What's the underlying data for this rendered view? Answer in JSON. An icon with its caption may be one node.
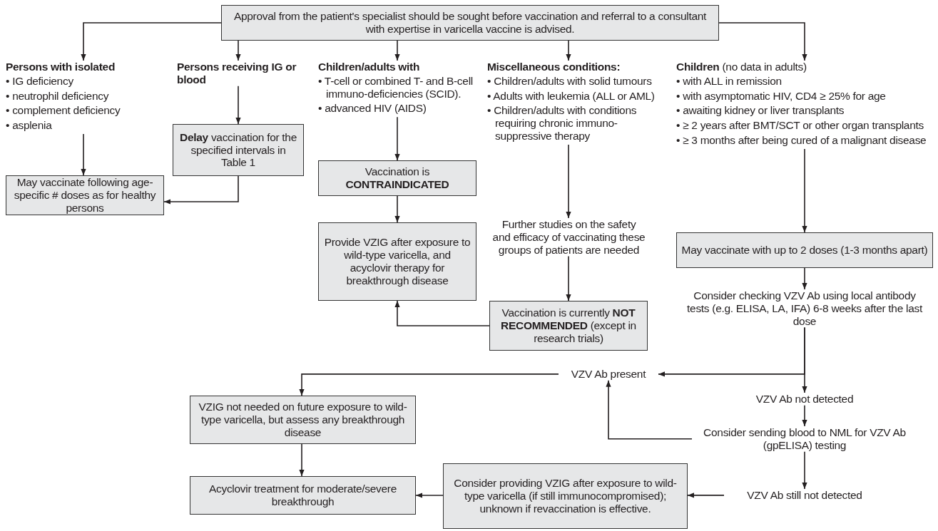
{
  "diagram": {
    "nodes": [
      {
        "text": [
          "Approval from the patient's specialist should be sought before vaccination and referral to a consultant with expertise in varicella vaccine is advised."
        ]
      },
      {
        "text": [
          "Persons with isolated",
          "• IG deficiency",
          "• neutrophil deficiency",
          "• complement deficiency",
          "• asplenia"
        ]
      },
      {
        "text": [
          "Persons receiving IG or blood"
        ]
      },
      {
        "text": [
          "Children/adults with",
          "• T-cell or combined T- and B-cell immuno-deficiencies (SCID).",
          "• advanced HIV (AIDS)"
        ]
      },
      {
        "text": [
          "Miscellaneous conditions:",
          "• Children/adults with solid tumours",
          "• Adults with leukemia (ALL or AML)",
          "• Children/adults with conditions requiring chronic immuno-suppressive therapy"
        ]
      },
      {
        "text": [
          "**Children** (no data in adults)",
          "• with ALL in remission",
          "• with asymptomatic HIV, CD4 ≥ 25% for age",
          "• awaiting kidney or liver transplants",
          "• ≥ 2 years after BMT/SCT or other organ transplants",
          "• ≥ 3 months after being cured of a malignant disease"
        ]
      },
      {
        "text": [
          "May vaccinate following age-specific # doses as for healthy persons"
        ]
      },
      {
        "text": [
          "**Delay** vaccination for the specified intervals in Table 1"
        ]
      },
      {
        "text": [
          "Vaccination is **CONTRAINDICATED**"
        ]
      },
      {
        "text": [
          "Provide VZIG after exposure to wild-type varicella, and acyclovir therapy for breakthrough disease"
        ]
      },
      {
        "text": [
          "Further studies on the safety and efficacy of vaccinating these groups of patients are needed"
        ]
      },
      {
        "text": [
          "Vaccination is currently **NOT RECOMMENDED** (except in research trials)"
        ]
      },
      {
        "text": [
          "May vaccinate with up to 2 doses (1-3 months apart)"
        ]
      },
      {
        "text": [
          "Consider checking VZV Ab using local antibody tests (e.g. ELISA, LA, IFA) 6-8 weeks after the last dose"
        ]
      },
      {
        "text": [
          "VZV Ab present"
        ]
      },
      {
        "text": [
          "VZV Ab not detected"
        ]
      },
      {
        "text": [
          "Consider sending blood to NML for VZV Ab (gpELISA) testing"
        ]
      },
      {
        "text": [
          "VZIG not needed on future exposure to wild-type varicella, but assess any breakthrough disease"
        ]
      },
      {
        "text": [
          "VZV Ab still not detected"
        ]
      },
      {
        "text": [
          "Consider providing VZIG after exposure to wild-type varicella (if still immunocompromised); unknown if revaccination is effective."
        ]
      },
      {
        "text": [
          "Acyclovir treatment for moderate/severe breakthrough"
        ]
      }
    ],
    "edges": [
      {
        "from": 0,
        "to": 1,
        "arrow": "to"
      },
      {
        "from": 0,
        "to": 2,
        "arrow": "to"
      },
      {
        "from": 0,
        "to": 3,
        "arrow": "to"
      },
      {
        "from": 0,
        "to": 4,
        "arrow": "to"
      },
      {
        "from": 0,
        "to": 5,
        "arrow": "to"
      },
      {
        "from": 1,
        "to": 6,
        "arrow": "to"
      },
      {
        "from": 2,
        "to": 7,
        "arrow": "to"
      },
      {
        "from": 7,
        "to": 6,
        "arrow": "to"
      },
      {
        "from": 3,
        "to": 8,
        "arrow": "to"
      },
      {
        "from": 8,
        "to": 9,
        "arrow": "to"
      },
      {
        "from": 4,
        "to": 10,
        "arrow": "to"
      },
      {
        "from": 10,
        "to": 11,
        "arrow": "to"
      },
      {
        "from": 11,
        "to": 9,
        "arrow": "to"
      },
      {
        "from": 5,
        "to": 12,
        "arrow": "to"
      },
      {
        "from": 12,
        "to": 13,
        "arrow": "to"
      },
      {
        "from": 13,
        "to": 14,
        "arrow": "to"
      },
      {
        "from": 13,
        "to": 15,
        "arrow": "to"
      },
      {
        "from": 15,
        "to": 16,
        "arrow": "to"
      },
      {
        "from": 16,
        "to": 14,
        "arrow": "to"
      },
      {
        "from": 14,
        "to": 17,
        "arrow": "to"
      },
      {
        "from": 16,
        "to": 18,
        "arrow": "to"
      },
      {
        "from": 18,
        "to": 19,
        "arrow": "to"
      },
      {
        "from": 19,
        "to": 20,
        "arrow": "to"
      },
      {
        "from": 17,
        "to": 20,
        "arrow": "to"
      }
    ]
  }
}
